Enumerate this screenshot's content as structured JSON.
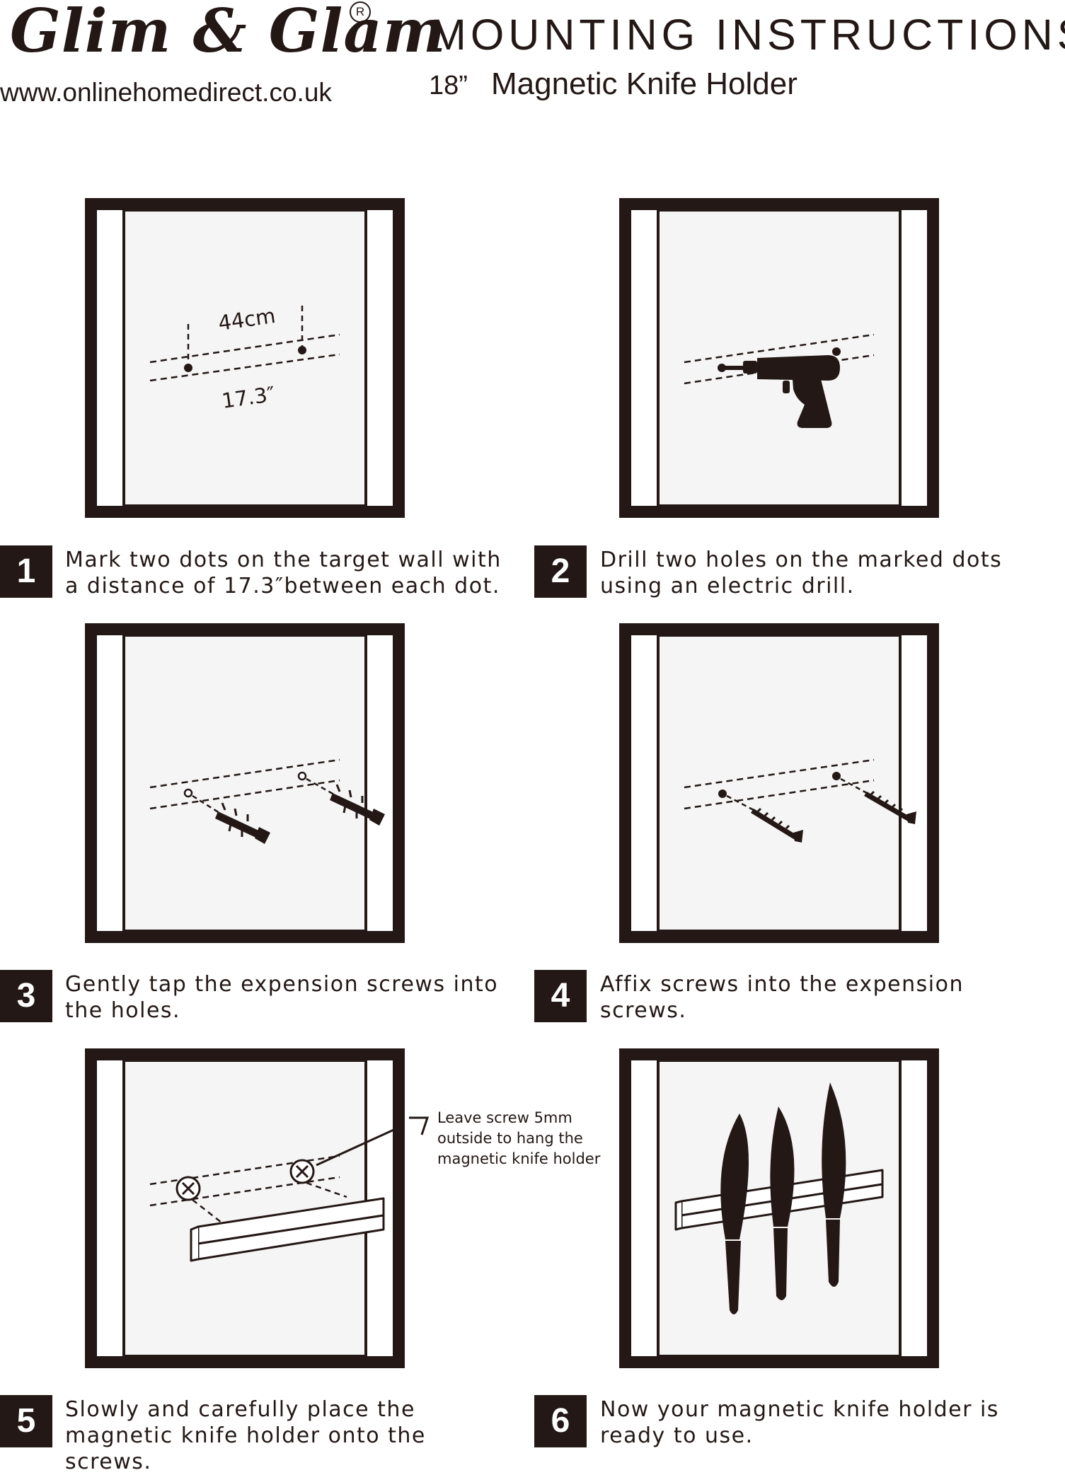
{
  "header": {
    "brand": "Glim & Glam",
    "registered_mark": "R",
    "website": "www.onlinehomedirect.co.uk",
    "title": "MOUNTING INSTRUCTIONS",
    "size": "18”",
    "product": "Magnetic Knife Holder"
  },
  "diagram_labels": {
    "metric_distance": "44cm",
    "imperial_distance": "17.3″",
    "screw_note": "Leave screw 5mm outside to hang the magnetic knife holder"
  },
  "steps": [
    {
      "number": "1",
      "text": "Mark two dots on the target wall with a distance of 17.3″between each dot."
    },
    {
      "number": "2",
      "text": "Drill two holes on the marked dots using an electric drill."
    },
    {
      "number": "3",
      "text": "Gently tap the expension screws into the holes."
    },
    {
      "number": "4",
      "text": "Affix screws into the expension screws."
    },
    {
      "number": "5",
      "text": "Slowly and carefully place the magnetic knife holder onto the screws."
    },
    {
      "number": "6",
      "text": "Now your magnetic knife holder is ready to use."
    }
  ],
  "icons": [
    "pencil-dot-marks",
    "electric-drill-icon",
    "wall-plug-icon",
    "screw-icon",
    "knife-holder-bar",
    "knife-icon"
  ],
  "colors": {
    "ink": "#231815",
    "wall": "#f5f5f5",
    "paper": "#ffffff"
  }
}
